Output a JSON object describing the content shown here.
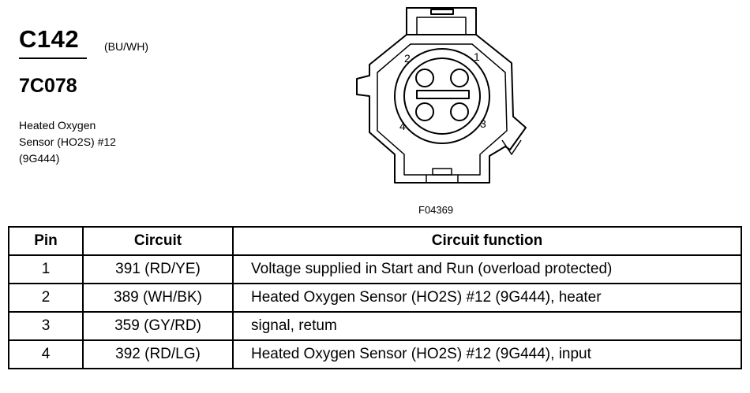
{
  "connector": {
    "id": "C142",
    "color": "(BU/WH)",
    "part_number": "7C078",
    "description_lines": [
      "Heated Oxygen",
      "Sensor (HO2S) #12",
      "(9G444)"
    ],
    "figure_code": "F04369"
  },
  "diagram": {
    "pin_labels": [
      "1",
      "2",
      "3",
      "4"
    ]
  },
  "table": {
    "headers": [
      "Pin",
      "Circuit",
      "Circuit function"
    ],
    "rows": [
      {
        "pin": "1",
        "circuit": "391 (RD/YE)",
        "function": "Voltage supplied in Start and Run (overload protected)"
      },
      {
        "pin": "2",
        "circuit": "389 (WH/BK)",
        "function": "Heated Oxygen Sensor (HO2S) #12 (9G444), heater"
      },
      {
        "pin": "3",
        "circuit": "359 (GY/RD)",
        "function": "signal, retum"
      },
      {
        "pin": "4",
        "circuit": "392 (RD/LG)",
        "function": "Heated Oxygen Sensor (HO2S) #12 (9G444), input"
      }
    ]
  }
}
